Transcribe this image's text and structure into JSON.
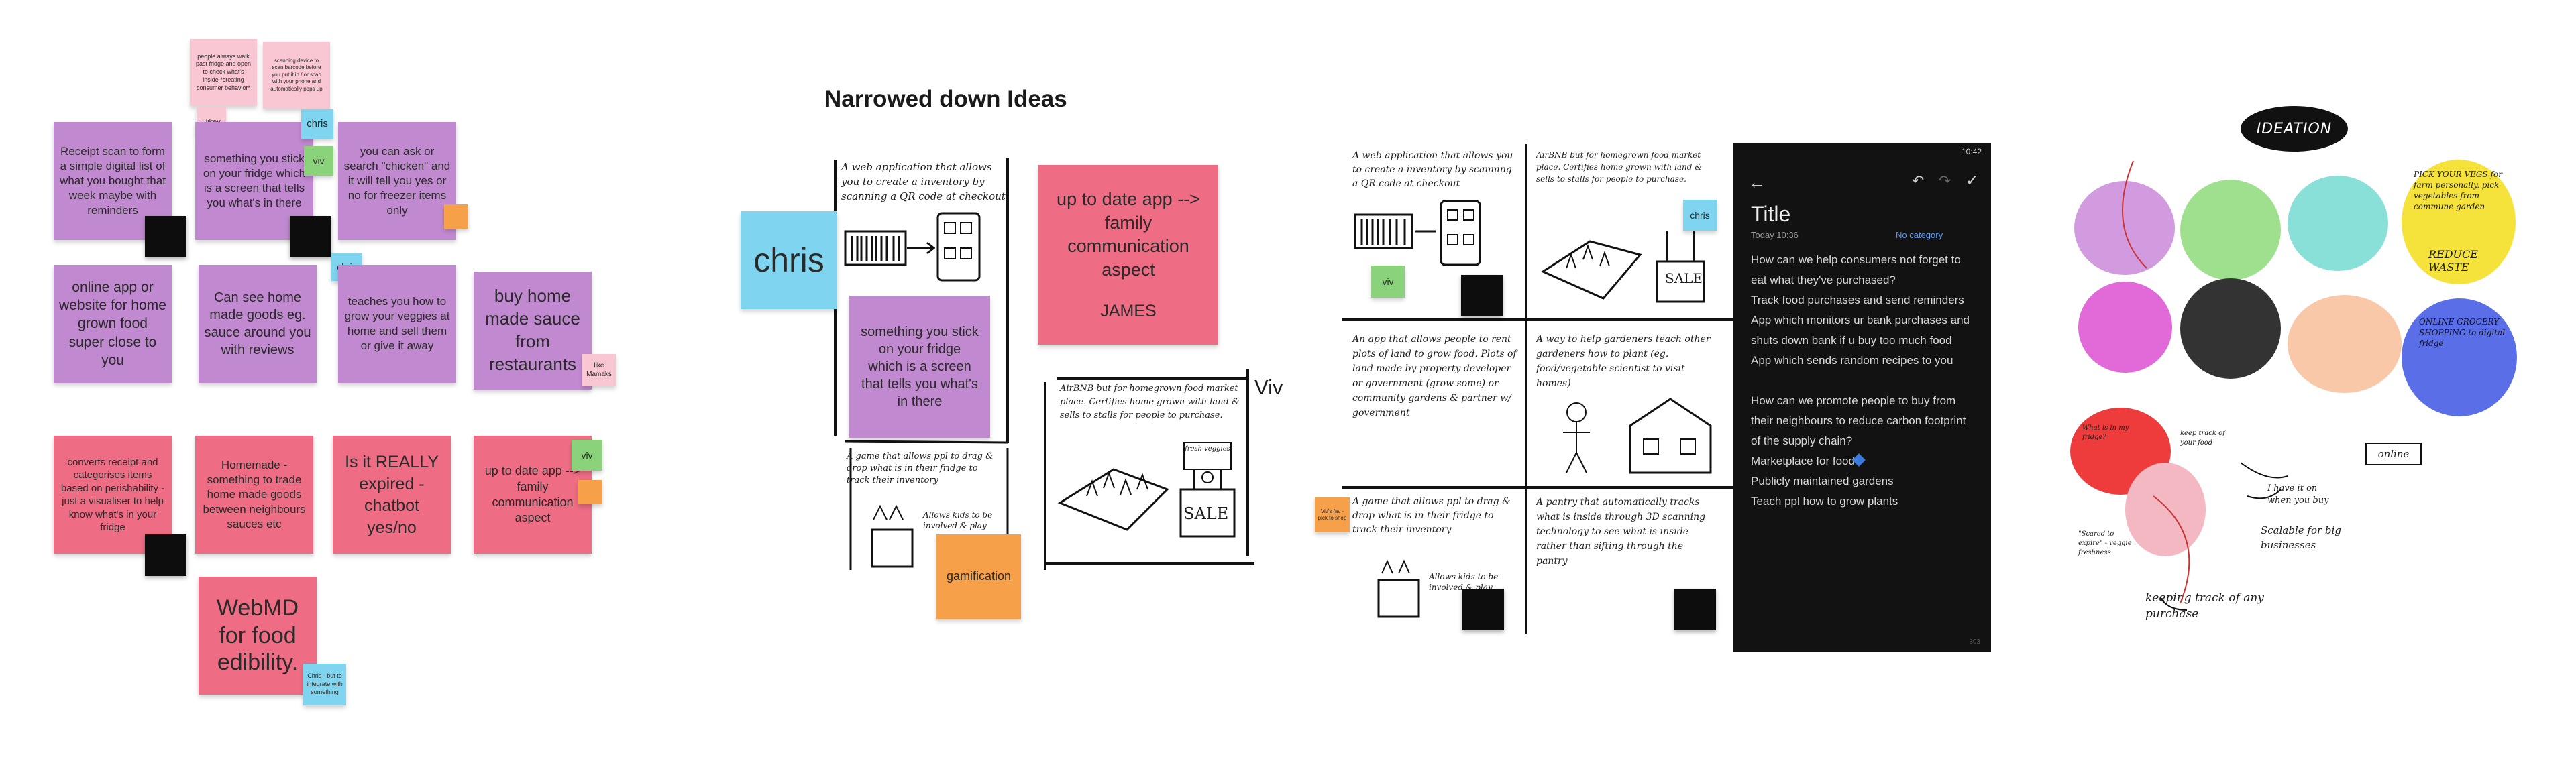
{
  "board1": {
    "notes": {
      "tiny_note1": "people always walk past fridge and open to check what's inside *creating consumer behavior*",
      "tiny_note2": "scanning device to scan barcode before you put it in / or scan with your phone and automatically pops up",
      "i_likey": "i likey",
      "receipt_scan": "Receipt scan to form a simple digital list of what you bought that week maybe with reminders",
      "stick_on_fridge": "something you stick on your fridge which is a screen that tells you what's in there",
      "ask_chicken": "you can ask or search \"chicken\" and it will tell you yes or no for freezer items only",
      "chris_tag1": "chris",
      "viv_tag1": "viv",
      "chris_tag2": "chris",
      "online_app": "online app or website for home grown food super close to you",
      "home_made_goods": "Can see home made goods eg. sauce around you with reviews",
      "teaches_grow": "teaches you how to grow your veggies at home and sell them or give it away",
      "buy_home_made": "buy home made sauce from restaurants",
      "like_mamaks": "like Mamaks",
      "converts_receipt": "converts receipt and categorises items based on perishability - just a visualiser to help know what's in your fridge",
      "homemade_trade": "Homemade - something to trade home made goods between neighbours sauces etc",
      "is_it_expired": "Is it REALLY expired - chatbot yes/no",
      "up_to_date_app": "up to date app --> family communication aspect",
      "viv_tag2": "viv",
      "webmd": "WebMD for food edibility.",
      "chris_but": "Chris - but to integrate with something"
    }
  },
  "board2": {
    "title": "Narrowed down Ideas",
    "chris_label": "chris",
    "something_stick": "something you stick on your fridge which is a screen that tells you what's in there",
    "up_to_date_app": "up to date app --> family communication aspect",
    "james": "JAMES",
    "viv_label": "Viv",
    "gamification": "gamification",
    "sketch_text1": "A web application that allows you to create a inventory by scanning a QR code at checkout",
    "sketch_text2": "AirBNB but for homegrown food market place. Certifies home grown with land & sells to stalls for people to purchase.",
    "sketch_text3": "A game that allows ppl to drag & drop what is in their fridge to track their inventory",
    "sketch_text3b": "Allows kids to be involved & play",
    "sale_label": "SALE",
    "fresh_label": "fresh veggies"
  },
  "board3": {
    "chris_label": "chris",
    "viv_label": "viv",
    "orange_note": "Viv's fav - pick to shop",
    "sketch_text1": "A web application that allows you to create a inventory by scanning a QR code at checkout",
    "sketch_text2": "AirBNB but for homegrown food market place. Certifies home grown with land & sells to stalls for people to purchase.",
    "sketch_text3": "An app that allows people to rent plots of land to grow food. Plots of land made by property developer or government (grow some) or community gardens & partner w/ government",
    "sketch_text4": "A way to help gardeners teach other gardeners how to plant (eg. food/vegetable scientist to visit homes)",
    "sketch_text5": "A game that allows ppl to drag & drop what is in their fridge to track their inventory",
    "sketch_text5b": "Allows kids to be involved & play",
    "sketch_text6": "A pantry that automatically tracks what is inside through 3D scanning technology to see what is inside rather than sifting through the pantry",
    "sale_label": "SALE"
  },
  "phone": {
    "status_time": "10:42",
    "title": "Title",
    "date": "Today 10:36",
    "category": "No category",
    "lines": [
      "How can we help consumers not forget to",
      "eat what they've purchased?",
      "Track food purchases and send reminders",
      "App which monitors ur bank purchases and",
      "shuts down bank if u buy too much food",
      "App which sends random recipes to you",
      "",
      "How can we promote people to buy from",
      "their neighbours to reduce carbon footprint",
      "of the supply chain?",
      "Marketplace for food",
      "Publicly maintained gardens",
      "Teach ppl how to grow plants"
    ],
    "footer": "303"
  },
  "board4": {
    "ideation": "IDEATION",
    "pick_your_veg": "PICK YOUR VEGS for farm personally, pick vegetables from commune garden",
    "reduce_waste": "REDUCE WASTE",
    "online_grocery": "ONLINE GROCERY SHOPPING to digital fridge",
    "online_tag": "online",
    "annotation1": "I have it on when you buy",
    "annotation2": "Scalable for big businesses",
    "annotation3": "keeping track of any purchase",
    "annotation4": "\"Scared to expire\" - veggie freshness",
    "annotation5": "What is in my fridge?",
    "annotation6": "keep track of your food"
  },
  "colors": {
    "purple": "#c189d0",
    "pink": "#ee6d84",
    "cyan": "#7fd4ef",
    "green": "#8ad37a",
    "orange": "#f6a04a"
  }
}
